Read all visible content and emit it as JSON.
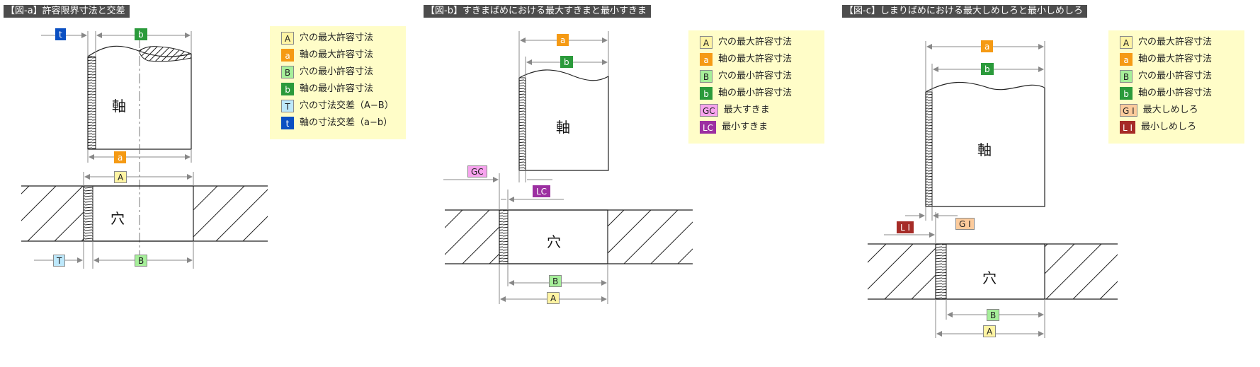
{
  "colors": {
    "A": "#fff4a3",
    "a": "#f59a14",
    "B": "#a6ef9a",
    "b": "#2b9a3b",
    "T": "#bde8fb",
    "t": "#0a4fc2",
    "GC": "#f7a3ee",
    "LC": "#9c2fa1",
    "GI": "#fccb9c",
    "LI": "#a62b27",
    "legend_bg": "#fffdc8",
    "title_bg": "#4d4d4d"
  },
  "panels": {
    "a": {
      "title": "【図-a】許容限界寸法と交差",
      "shaft": "軸",
      "hole": "穴",
      "labels": {
        "t": "t",
        "b": "b",
        "a": "a",
        "A": "A",
        "T": "T",
        "B": "B"
      },
      "legend": [
        {
          "key": "A",
          "text": "穴の最大許容寸法"
        },
        {
          "key": "a",
          "text": "軸の最大許容寸法"
        },
        {
          "key": "B",
          "text": "穴の最小許容寸法"
        },
        {
          "key": "b",
          "text": "軸の最小許容寸法"
        },
        {
          "key": "T",
          "text": "穴の寸法交差（A−B）"
        },
        {
          "key": "t",
          "text": "軸の寸法交差（a−b）"
        }
      ]
    },
    "b": {
      "title": "【図-b】すきまばめにおける最大すきまと最小すきま",
      "shaft": "軸",
      "hole": "穴",
      "labels": {
        "a": "a",
        "b": "b",
        "GC": "GC",
        "LC": "LC",
        "B": "B",
        "A": "A"
      },
      "legend": [
        {
          "key": "A",
          "text": "穴の最大許容寸法"
        },
        {
          "key": "a",
          "text": "軸の最大許容寸法"
        },
        {
          "key": "B",
          "text": "穴の最小許容寸法"
        },
        {
          "key": "b",
          "text": "軸の最小許容寸法"
        },
        {
          "key": "GC",
          "text": "最大すきま"
        },
        {
          "key": "LC",
          "text": "最小すきま"
        }
      ]
    },
    "c": {
      "title": "【図-c】しまりばめにおける最大しめしろと最小しめしろ",
      "shaft": "軸",
      "hole": "穴",
      "labels": {
        "a": "a",
        "b": "b",
        "LI": "L I",
        "GI": "G I",
        "B": "B",
        "A": "A"
      },
      "legend": [
        {
          "key": "A",
          "text": "穴の最大許容寸法"
        },
        {
          "key": "a",
          "text": "軸の最大許容寸法"
        },
        {
          "key": "B",
          "text": "穴の最小許容寸法"
        },
        {
          "key": "b",
          "text": "軸の最小許容寸法"
        },
        {
          "key": "GI",
          "text": "最大しめしろ",
          "label": "G I"
        },
        {
          "key": "LI",
          "text": "最小しめしろ",
          "label": "L I"
        }
      ]
    }
  }
}
